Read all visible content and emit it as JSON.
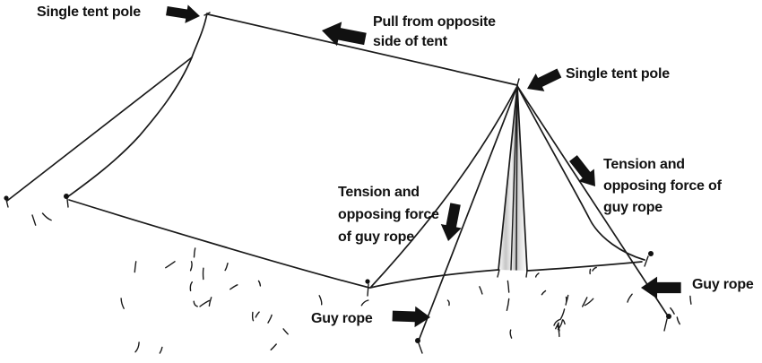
{
  "figure": {
    "background_color": "#ffffff",
    "ink_color": "#1a1a1a",
    "pole_shade_color": "#d6d6d6",
    "description": "Hand-drawn tent diagram showing tent poles, guy ropes and force directions"
  },
  "labels": {
    "left_pole": "Single tent pole",
    "ridge_pull": "Pull from opposite\nside of tent",
    "right_pole": "Single tent pole",
    "tension_right": "Tension and\nopposing force of\nguy rope",
    "tension_middle": "Tension and\nopposing force\nof guy rope",
    "guy_rope_bottom": "Guy rope",
    "guy_rope_right": "Guy rope"
  },
  "icons": {
    "block_arrow": "solid black block arrow (annotation pointer)",
    "peg_dot": "round-headed tent stake/peg"
  }
}
